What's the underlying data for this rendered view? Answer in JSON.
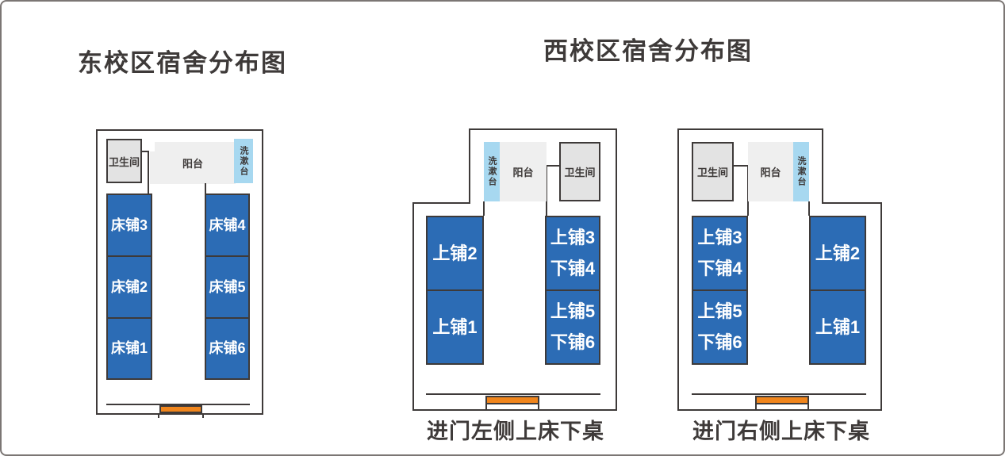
{
  "titles": {
    "east": "东校区宿舍分布图",
    "west": "西校区宿舍分布图"
  },
  "rooms": {
    "east": {
      "bathroom": "卫生间",
      "balcony": "阳台",
      "washstand": "洗漱台",
      "beds_left": [
        "床铺3",
        "床铺2",
        "床铺1"
      ],
      "beds_right": [
        "床铺4",
        "床铺5",
        "床铺6"
      ]
    },
    "west_left": {
      "washstand": "洗漱台",
      "balcony": "阳台",
      "bathroom": "卫生间",
      "beds_left": [
        "上铺2",
        "上铺1"
      ],
      "beds_right": [
        [
          "上铺3",
          "下铺4"
        ],
        [
          "上铺5",
          "下铺6"
        ]
      ],
      "caption": "进门左侧上床下桌"
    },
    "west_right": {
      "bathroom": "卫生间",
      "balcony": "阳台",
      "washstand": "洗漱台",
      "beds_left": [
        [
          "上铺3",
          "下铺4"
        ],
        [
          "上铺5",
          "下铺6"
        ]
      ],
      "beds_right": [
        "上铺2",
        "上铺1"
      ],
      "caption": "进门右侧上床下桌"
    }
  },
  "colors": {
    "bed_blue": "#2C6CB5",
    "washstand_blue": "#A7D8F0",
    "balcony_gray": "#EFEFEF",
    "bathroom_gray": "#E3E3E3",
    "door_orange": "#F0851C",
    "wall_dark": "#3E3A39"
  }
}
